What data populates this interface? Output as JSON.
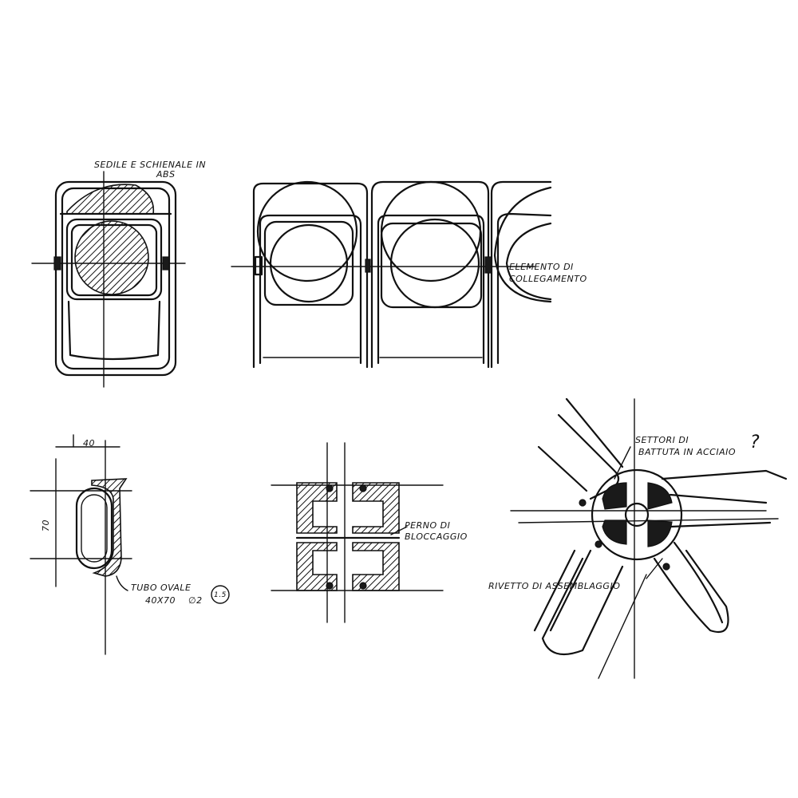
{
  "annotations": {
    "seat_note_line1": "SEDILE E SCHIENALE IN",
    "seat_note_line2": "ABS",
    "connector_note_line1": "ELEMENTO DI",
    "connector_note_line2": "COLLEGAMENTO",
    "dim_top": "40",
    "dim_side": "70",
    "tube_note_line1": "TUBO OVALE",
    "tube_note_line2": "40x70",
    "tube_gauge": "∅2",
    "tube_thickness": "1.5",
    "locking_pin_line1": "PERNO DI",
    "locking_pin_line2": "BLOCCAGGIO",
    "steel_sectors_line1": "SETTORI DI",
    "steel_sectors_line2": "BATTUTA IN ACCIAIO",
    "question_mark": "?",
    "bolt_cover_note": "RIVETTO DI ASSEMBLAGGIO"
  },
  "colors": {
    "ink": "#111111",
    "paper": "#ffffff"
  }
}
